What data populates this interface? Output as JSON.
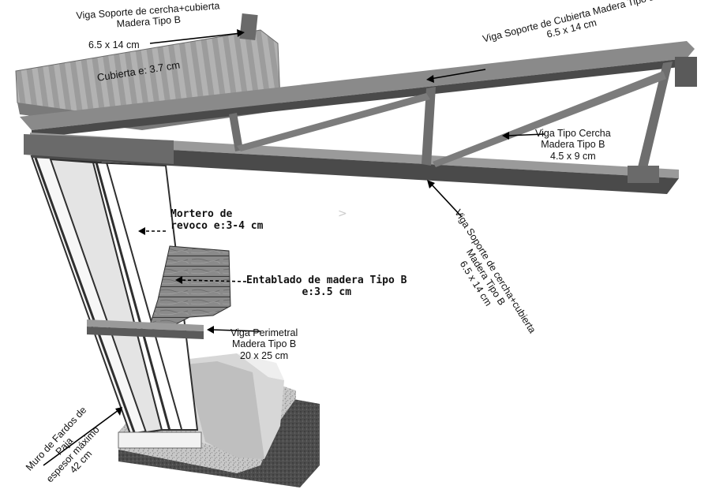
{
  "labels": {
    "viga_soporte_top": {
      "line1": "Viga Soporte de cercha+cubierta",
      "line2": "Madera Tipo B",
      "line3": "6.5 x 14 cm"
    },
    "cubierta": "Cubierta e: 3.7 cm",
    "viga_soporte_cubierta": {
      "line1": "Viga Soporte de Cubierta Madera Tipo B",
      "line2": "6.5 x 14 cm"
    },
    "viga_cercha": {
      "line1": "Viga Tipo Cercha",
      "line2": "Madera Tipo B",
      "line3": "4.5 x 9 cm"
    },
    "mortero": {
      "line1": "Mortero de",
      "line2": "revoco e:3-4 cm"
    },
    "entablado": {
      "line1": "Entablado de madera Tipo B",
      "line2": "e:3.5 cm"
    },
    "viga_soporte_diag": {
      "line1": "Viga Soporte de cercha+cubierta",
      "line2": "Madera Tipo B",
      "line3": "6.5 x 14 cm"
    },
    "viga_perimetral": {
      "line1": "Viga Perimetral",
      "line2": "Madera Tipo B",
      "line3": "20 x 25 cm"
    },
    "muro": {
      "line1": "Muro de Fardos de",
      "line2": "Paja",
      "line3": "espesor máximo",
      "line4": "42 cm"
    }
  },
  "colors": {
    "wood_light": "#8a8a8a",
    "wood_dark": "#4a4a4a",
    "wall_face": "#e6e6e6",
    "panel_edge": "#2f2f2f",
    "roof": "#9a9a9a",
    "ground": "#5a5a5a",
    "gravel": "#bdbdbd",
    "leader": "#000000"
  }
}
